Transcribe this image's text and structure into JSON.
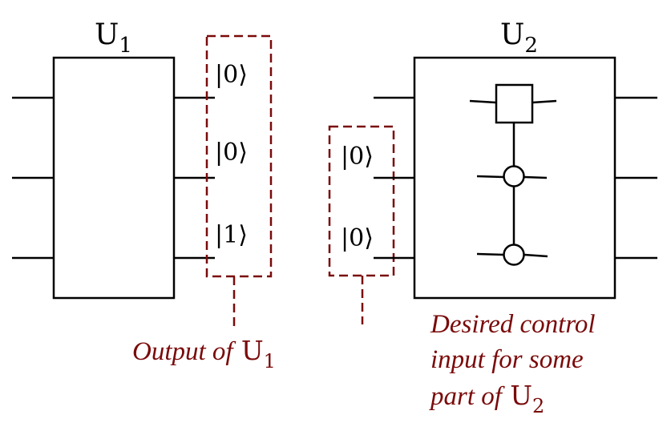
{
  "u1": {
    "label_main": "U",
    "label_sub": "1",
    "outputs": [
      "|0⟩",
      "|0⟩",
      "|1⟩"
    ]
  },
  "u2": {
    "label_main": "U",
    "label_sub": "2",
    "control_inputs": [
      "|0⟩",
      "|0⟩"
    ]
  },
  "annotations": {
    "output_of_text": "Output of",
    "output_of_u": "U",
    "output_of_sub": "1",
    "desired_line1": "Desired control",
    "desired_line2": "input for some",
    "desired_line3_text": "part of",
    "desired_line3_u": "U",
    "desired_line3_sub": "2"
  },
  "colors": {
    "stroke": "#000000",
    "accent": "#7a0a0a"
  }
}
